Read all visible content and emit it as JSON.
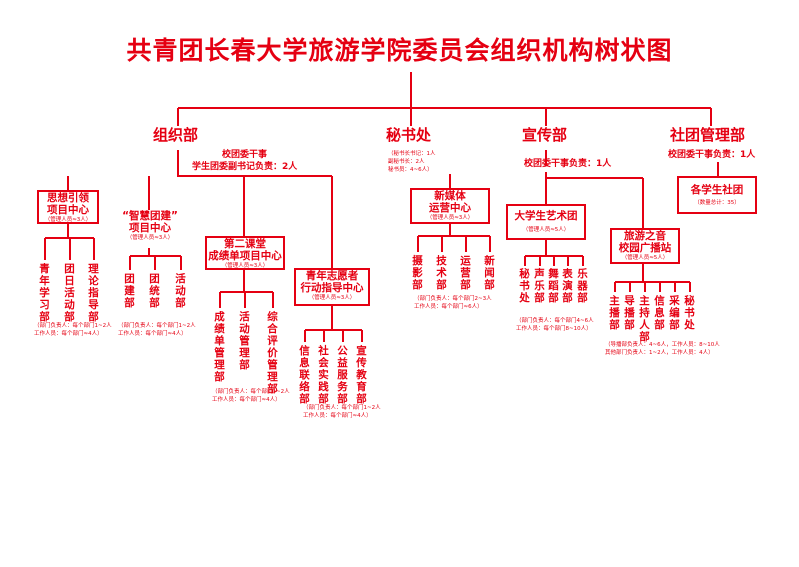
{
  "title": "共青团长春大学旅游学院委员会组织机构树状图",
  "departments": {
    "zuzhi": {
      "name": "组织部",
      "sub1": "校团委干事",
      "sub2": "学生团委副书记负责：2人",
      "boxes": [
        {
          "title": "思想引领\n项目中心",
          "staff": "（管理人员≈3人）",
          "units": [
            "青年学习部",
            "团日活动部",
            "理论指导部"
          ],
          "note": "（部门负责人：每个部门1~2人\n工作人员：每个部门≈4人）"
        },
        {
          "title": "“智慧团建”\n项目中心",
          "staff": "（管理人员≈3人）",
          "units": [
            "团建部",
            "团统部",
            "活动部"
          ],
          "note": "（部门负责人：每个部门1~2人\n工作人员：每个部门≈4人）"
        },
        {
          "title": "第二课堂\n成绩单项目中心",
          "staff": "（管理人员≈3人）",
          "units": [
            "成绩单管理部",
            "活动管理部",
            "综合评价管理部"
          ],
          "note": "（部门负责人：每个部门1~2人\n工作人员：每个部门≈4人）"
        },
        {
          "title": "青年志愿者\n行动指导中心",
          "staff": "（管理人员≈3人）",
          "units": [
            "信息联络部",
            "社会实践部",
            "公益服务部",
            "宣传教育部"
          ],
          "note": "（部门负责人：每个部门1~2人\n工作人员：每个部门≈4人）"
        }
      ]
    },
    "mishu": {
      "name": "秘书处",
      "info": "（秘书长书记：1人\n副秘书长：2人\n秘书员：4~6人）",
      "box": {
        "title": "新媒体\n运营中心",
        "staff": "（管理人员≈3人）",
        "units": [
          "摄影部",
          "技术部",
          "运营部",
          "新闻部"
        ],
        "note": "（部门负责人：每个部门2~3人\n工作人员：每个部门≈6人）"
      }
    },
    "xuanchuan": {
      "name": "宣传部",
      "sub": "校团委干事负责：1人",
      "boxes": [
        {
          "title": "大学生艺术团",
          "staff": "（管理人员≈5人）",
          "units": [
            "秘书处",
            "声乐部",
            "舞蹈部",
            "表演部",
            "乐器部"
          ],
          "note": "（部门负责人：每个部门4~6人\n工作人员：每个部门8~10人）"
        },
        {
          "title": "旅游之音\n校园广播站",
          "staff": "（管理人员≈5人）",
          "units": [
            "主播部",
            "导播部",
            "主持人部",
            "信息部",
            "采编部",
            "秘书处"
          ],
          "note": "（导播部负责人：4~6人，工作人员：8~10人\n其他部门负责人：1~2人，工作人员：4人）"
        }
      ]
    },
    "shetuan": {
      "name": "社团管理部",
      "sub": "校团委干事负责：1人",
      "box": {
        "title": "各学生社团",
        "staff": "（数量总计：35）"
      }
    }
  },
  "colors": {
    "line": "#e50012",
    "text": "#e50012",
    "background": "#ffffff"
  }
}
